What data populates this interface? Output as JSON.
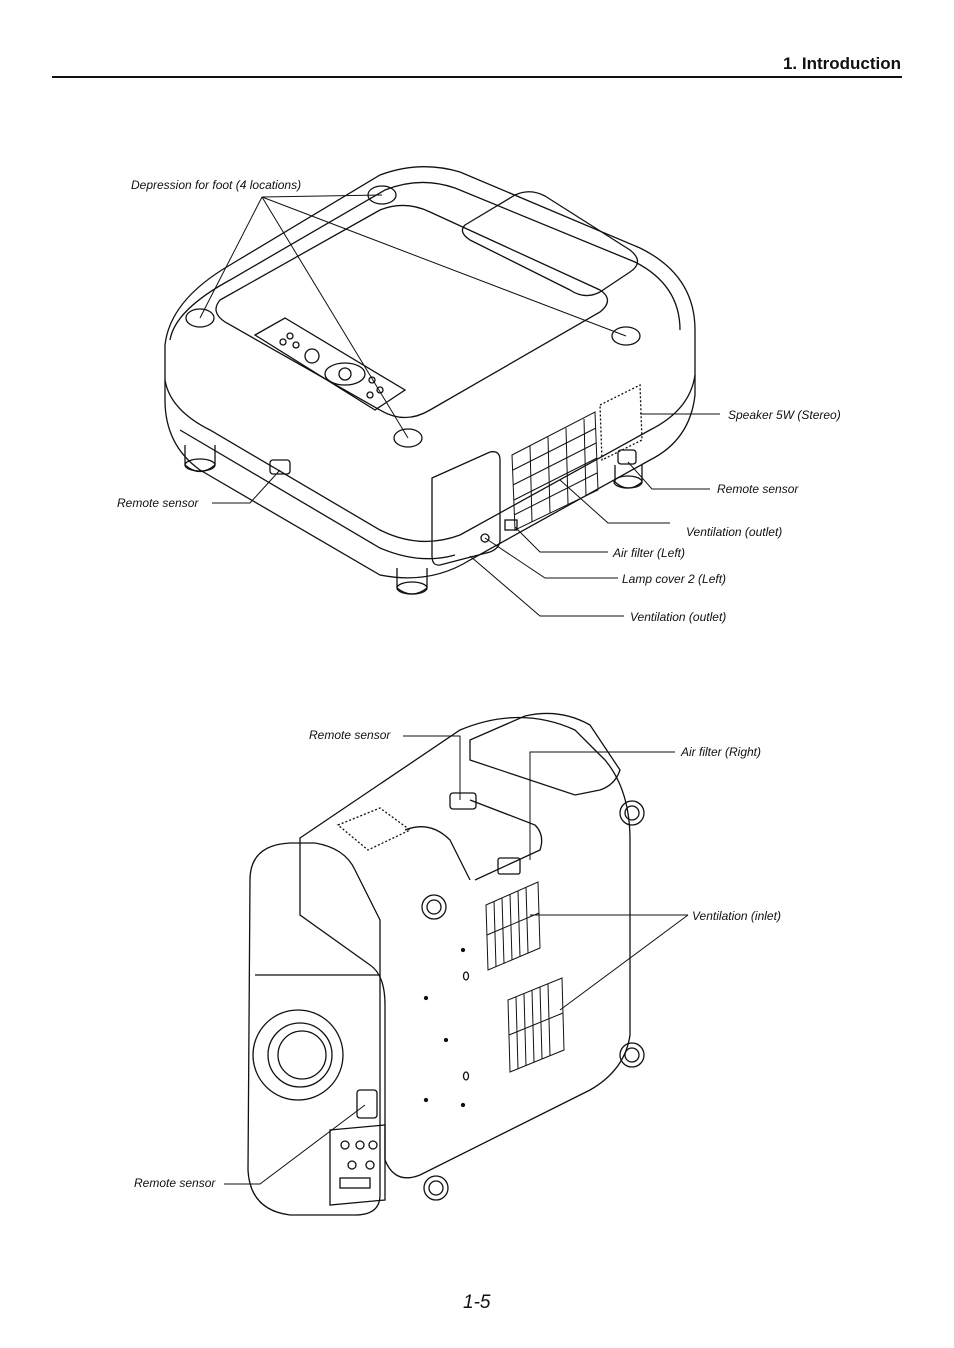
{
  "header": {
    "section_title": "1. Introduction"
  },
  "figure_top": {
    "labels": {
      "depression_for_foot": "Depression for foot (4 locations)",
      "speaker": "Speaker 5W (Stereo)",
      "remote_sensor_right": "Remote sensor",
      "remote_sensor_left": "Remote sensor",
      "ventilation_outlet_1": "Ventilation (outlet)",
      "air_filter_left": "Air filter (Left)",
      "lamp_cover_left": "Lamp cover 2 (Left)",
      "ventilation_outlet_2": "Ventilation (outlet)"
    }
  },
  "figure_bottom": {
    "labels": {
      "remote_sensor_top": "Remote sensor",
      "air_filter_right": "Air filter (Right)",
      "ventilation_inlet": "Ventilation (inlet)",
      "remote_sensor_bottom": "Remote sensor"
    }
  },
  "footer": {
    "page_number": "1-5"
  }
}
